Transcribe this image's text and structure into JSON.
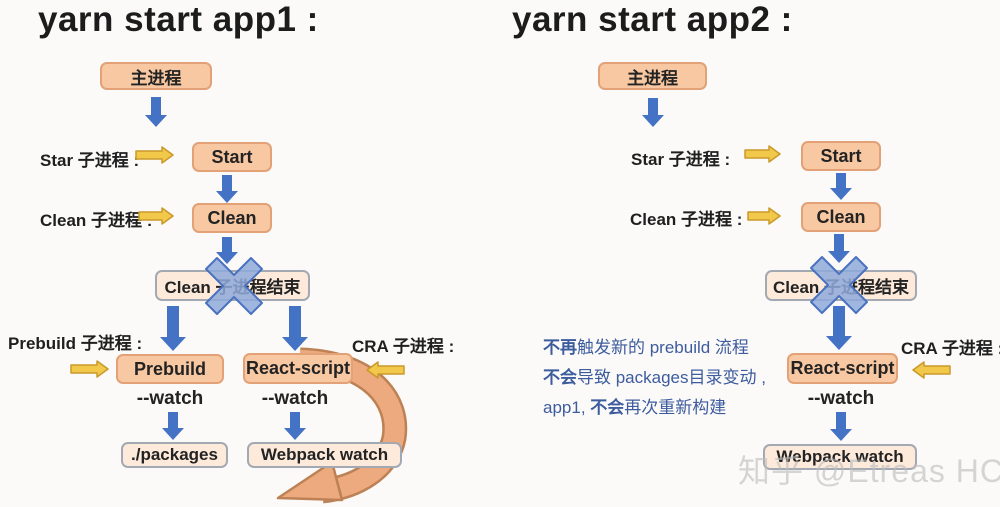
{
  "colors": {
    "accent_blue": "#4472c4",
    "arrow_yellow": "#f2c84b",
    "arrow_yellow_border": "#c9992a",
    "box_peach": "#f8c8a2",
    "box_peach_border": "#e2a176",
    "box_light": "#fdeadb",
    "box_light_border": "#a3a9b3",
    "cross_blue": "#8ea9db",
    "cross_blue_border": "#4a72c0",
    "note_blue": "#3d5c9e",
    "curve_orange": "#edaa7e",
    "curve_orange_border": "#bc8155",
    "text_dark": "#232323",
    "watermark_gray": "#bdbdbd"
  },
  "left": {
    "title": "yarn start app1 :",
    "boxes": {
      "main": "主进程",
      "start": "Start",
      "clean": "Clean",
      "clean_end": "Clean 子进程结束",
      "prebuild": "Prebuild",
      "react_script": "React-script",
      "packages": "./packages",
      "webpack": "Webpack watch"
    },
    "labels": {
      "star": "Star 子进程 :",
      "clean": "Clean 子进程 :",
      "prebuild": "Prebuild 子进程 :",
      "cra": "CRA 子进程 :",
      "watch_prebuild": "--watch",
      "watch_react": "--watch"
    }
  },
  "right": {
    "title": "yarn start app2 :",
    "boxes": {
      "main": "主进程",
      "start": "Start",
      "clean": "Clean",
      "clean_end": "Clean 子进程结束",
      "react_script": "React-script",
      "webpack": "Webpack watch"
    },
    "labels": {
      "star": "Star 子进程 :",
      "clean": "Clean 子进程 :",
      "cra": "CRA 子进程 :",
      "watch_react": "--watch"
    },
    "note": {
      "line1_bold": "不再",
      "line1_rest": "触发新的 prebuild 流程",
      "line2_bold": "不会",
      "line2_rest": "导致 packages目录变动 ,",
      "line3_pre": "app1, ",
      "line3_bold": "不会",
      "line3_rest": "再次重新构建"
    }
  },
  "watermark": "知乎 @Etreas HC"
}
